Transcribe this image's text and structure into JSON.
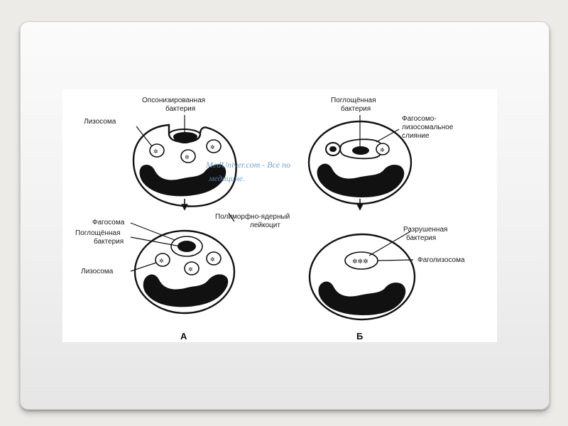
{
  "diagram": {
    "labels": {
      "opsonized_bacterium_line1": "Опсонизированная",
      "opsonized_bacterium_line2": "бактерия",
      "lysosome_top": "Лизосома",
      "engulfed_bacterium_top_line1": "Поглощённая",
      "engulfed_bacterium_top_line2": "бактерия",
      "phagosome_lysosome_fusion_line1": "Фагосомо-",
      "phagosome_lysosome_fusion_line2": "лизосомальное",
      "phagosome_lysosome_fusion_line3": "слияние",
      "pmn_leukocyte_line1": "Полиморфно-ядерный",
      "pmn_leukocyte_line2": "лейкоцит",
      "phagosome": "Фагосома",
      "engulfed_bacterium_bottom_line1": "Поглощённая",
      "engulfed_bacterium_bottom_line2": "бактерия",
      "lysosome_bottom": "Лизосома",
      "destroyed_bacterium_line1": "Разрушенная",
      "destroyed_bacterium_line2": "бактерия",
      "phagolysosome": "Фаголизосома"
    },
    "panel_letters": {
      "a": "А",
      "b": "Б"
    },
    "watermark": {
      "line1": "MedUniver.com - Все по",
      "line2": "медицине."
    }
  },
  "colors": {
    "background": "#ecebe8",
    "card": "#f7f7f7",
    "ink": "#111111",
    "watermark": "#5a8fc4"
  }
}
